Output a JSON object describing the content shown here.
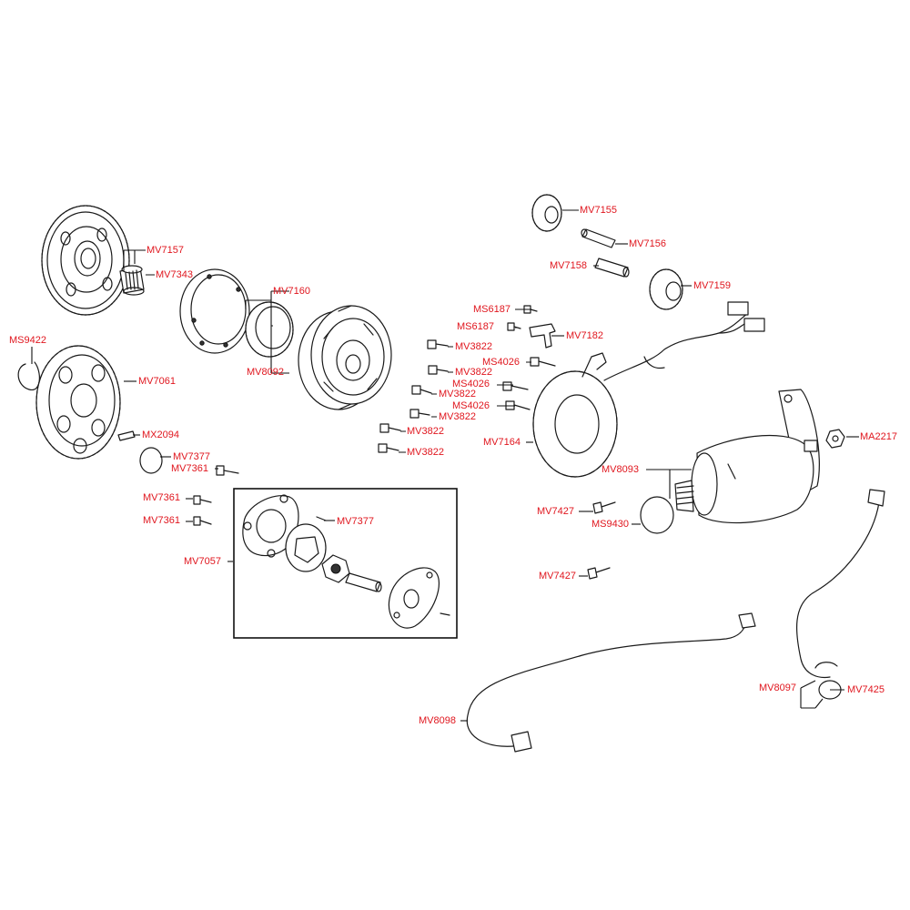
{
  "label_color": "#e0161e",
  "line_color": "#111111",
  "labels": {
    "MV7157": "MV7157",
    "MV7343": "MV7343",
    "MV7160": "MV7160",
    "MV8092": "MV8092",
    "MS9422": "MS9422",
    "MV7061": "MV7061",
    "MX2094": "MX2094",
    "MV7377_a": "MV7377",
    "MV7361_a": "MV7361",
    "MV7361_b": "MV7361",
    "MV7361_c": "MV7361",
    "MV7377_b": "MV7377",
    "MV7057": "MV7057",
    "MV3822_a": "MV3822",
    "MV3822_b": "MV3822",
    "MV3822_c": "MV3822",
    "MV3822_d": "MV3822",
    "MV3822_e": "MV3822",
    "MV3822_f": "MV3822",
    "MS6187_a": "MS6187",
    "MS6187_b": "MS6187",
    "MS4026_a": "MS4026",
    "MS4026_b": "MS4026",
    "MS4026_c": "MS4026",
    "MV7182": "MV7182",
    "MV7155": "MV7155",
    "MV7156": "MV7156",
    "MV7158": "MV7158",
    "MV7159": "MV7159",
    "MV7164": "MV7164",
    "MV8093": "MV8093",
    "MA2217": "MA2217",
    "MV7427_a": "MV7427",
    "MS9430": "MS9430",
    "MV7427_b": "MV7427",
    "MV8098": "MV8098",
    "MV8097": "MV8097",
    "MV7425": "MV7425"
  }
}
